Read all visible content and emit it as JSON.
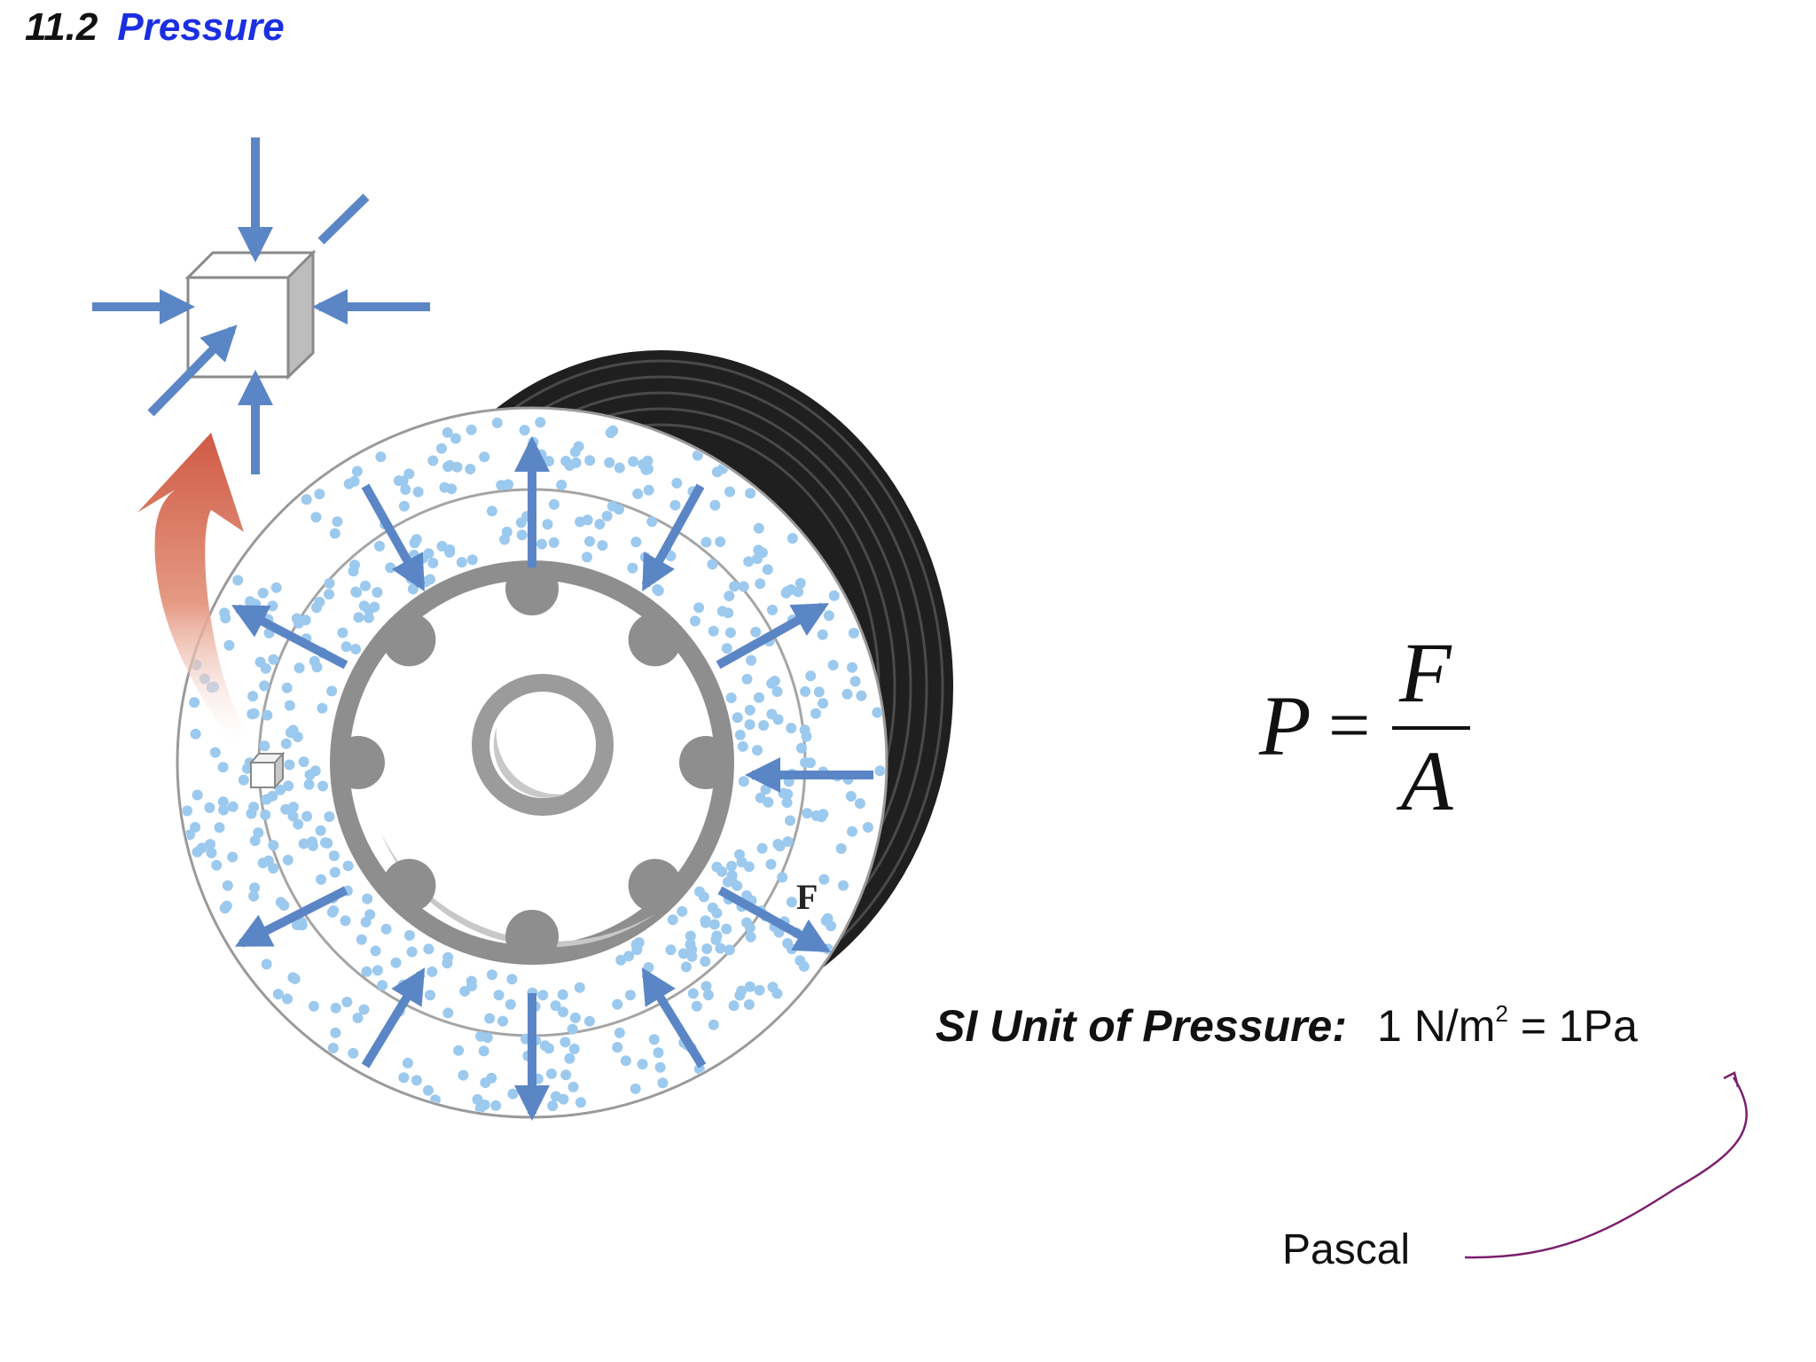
{
  "header": {
    "section_number": "11.2",
    "section_title": "Pressure"
  },
  "figure": {
    "force_label": "F",
    "colors": {
      "arrow_blue": "#5b86c6",
      "dot_blue": "#9cc9ee",
      "tire_dark": "#2a2a2a",
      "rim_gray": "#8e8e8e",
      "curve_arrow": "#d2614c"
    }
  },
  "formula": {
    "lhs": "P",
    "equals": "=",
    "numerator": "F",
    "denominator": "A"
  },
  "si_unit": {
    "label": "SI Unit of Pressure:",
    "value_prefix": "1 N/m",
    "exponent": "2",
    "value_suffix": " = 1Pa"
  },
  "annotation": {
    "pascal_label": "Pascal",
    "arrow_color": "#7a1f6e"
  }
}
